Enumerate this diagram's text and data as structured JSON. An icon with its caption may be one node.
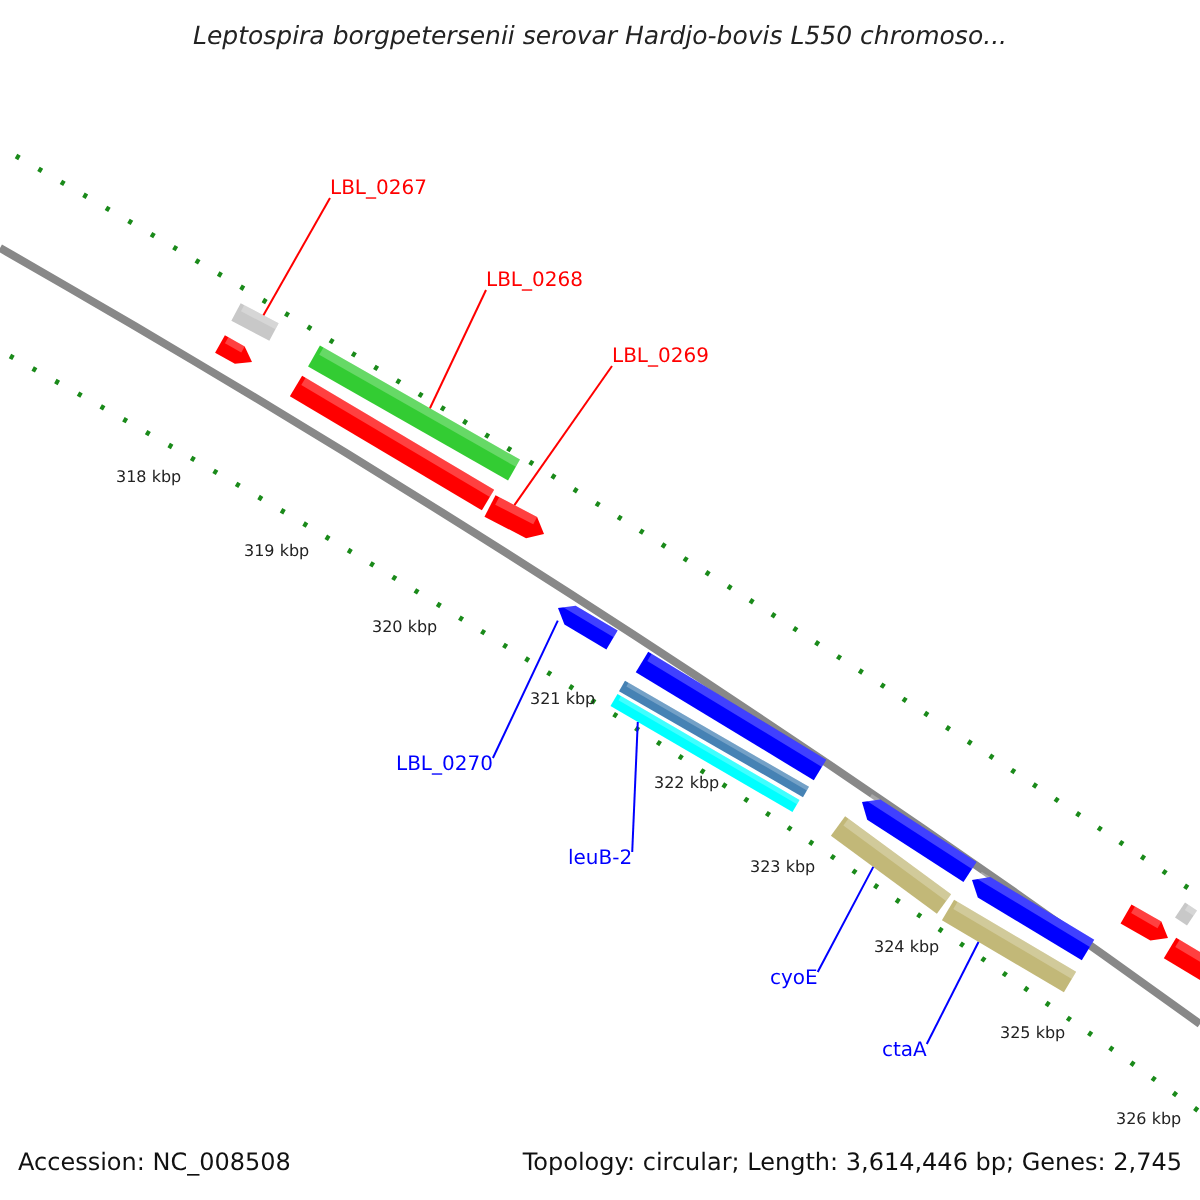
{
  "diagram": {
    "title": "Leptospira borgpetersenii serovar Hardjo-bovis L550 chromoso...",
    "nodes": [
      {
        "text": [
          "LBL_0267"
        ]
      },
      {
        "text": [],
        "shape": "box"
      },
      {
        "text": [
          "LBL_0268"
        ]
      },
      {
        "text": [],
        "shape": "bar"
      },
      {
        "text": [
          "LBL_0269"
        ]
      },
      {
        "text": [],
        "shape": "arrow"
      },
      {
        "text": [
          "LBL_0270"
        ]
      },
      {
        "text": [],
        "shape": "arrow"
      },
      {
        "text": [
          "leuB-2"
        ]
      },
      {
        "text": [],
        "shape": "bar"
      },
      {
        "text": [
          "cyoE"
        ]
      },
      {
        "text": [],
        "shape": "bar"
      },
      {
        "text": [
          "ctaA"
        ]
      },
      {
        "text": [],
        "shape": "bar"
      },
      {
        "text": [],
        "shape": "arrow"
      },
      {
        "text": [],
        "shape": "bar"
      },
      {
        "text": [],
        "shape": "bar"
      },
      {
        "text": [],
        "shape": "arrow"
      },
      {
        "text": [],
        "shape": "arrow"
      },
      {
        "text": [],
        "shape": "arrow"
      },
      {
        "text": [],
        "shape": "arrow"
      },
      {
        "text": [],
        "shape": "box"
      },
      {
        "text": [],
        "shape": "bar"
      }
    ],
    "edges": [
      {
        "from": 0,
        "to": 1,
        "arrow": "none",
        "color": "#ff0000"
      },
      {
        "from": 2,
        "to": 3,
        "arrow": "none",
        "color": "#ff0000"
      },
      {
        "from": 4,
        "to": 5,
        "arrow": "none",
        "color": "#ff0000"
      },
      {
        "from": 6,
        "to": 7,
        "arrow": "none"
      },
      {
        "from": 8,
        "to": 9,
        "arrow": "none"
      },
      {
        "from": 10,
        "to": 11,
        "arrow": "none"
      },
      {
        "from": 12,
        "to": 13,
        "arrow": "none"
      }
    ],
    "labels": [
      "318 kbp",
      "319 kbp",
      "320 kbp",
      "321 kbp",
      "322 kbp",
      "323 kbp",
      "324 kbp",
      "325 kbp",
      "326 kbp",
      "Accession: NC_008508",
      "Topology: circular; Length: 3,614,446 bp; Genes: 2,745"
    ]
  }
}
